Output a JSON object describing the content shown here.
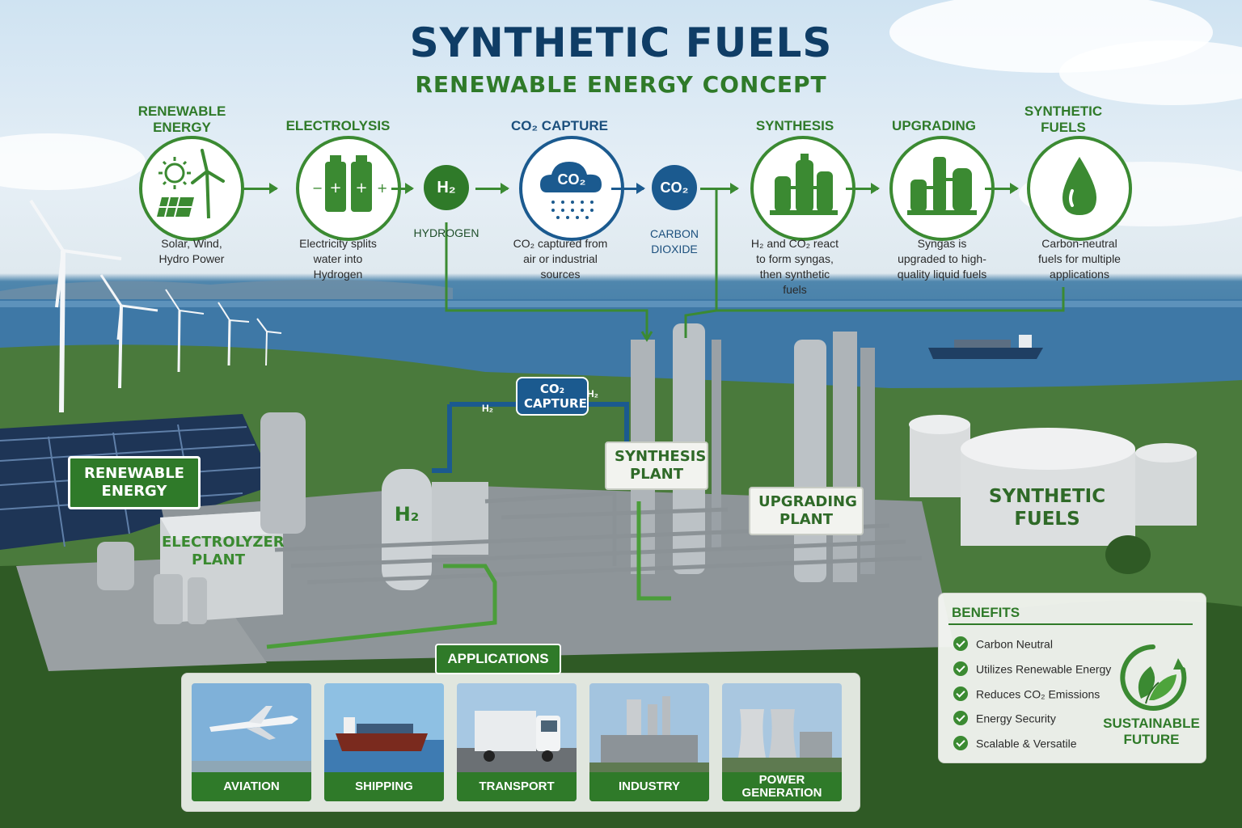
{
  "header": {
    "title": "SYNTHETIC FUELS",
    "subtitle": "RENEWABLE ENERGY CONCEPT"
  },
  "process": {
    "steps": [
      {
        "title_line1": "RENEWABLE",
        "title_line2": "ENERGY",
        "desc_lines": [
          "Solar, Wind,",
          "Hydro Power"
        ],
        "icon": "solar-wind-icon"
      },
      {
        "title_line1": "ELECTROLYSIS",
        "title_line2": "",
        "desc_lines": [
          "Electricity splits",
          "water into",
          "Hydrogen"
        ],
        "icon": "electrolysis-cells-icon"
      },
      {
        "title_line1": "CO₂ CAPTURE",
        "title_line2": "",
        "desc_lines": [
          "CO₂ captured from",
          "air or industrial",
          "sources"
        ],
        "icon": "co2-cloud-icon"
      },
      {
        "title_line1": "SYNTHESIS",
        "title_line2": "",
        "desc_lines": [
          "H₂ and CO₂ react",
          "to form syngas,",
          "then synthetic",
          "fuels"
        ],
        "icon": "synthesis-reactor-icon"
      },
      {
        "title_line1": "UPGRADING",
        "title_line2": "",
        "desc_lines": [
          "Syngas is",
          "upgraded to high-",
          "quality liquid fuels"
        ],
        "icon": "upgrading-columns-icon"
      },
      {
        "title_line1": "SYNTHETIC",
        "title_line2": "FUELS",
        "desc_lines": [
          "Carbon-neutral",
          "fuels for multiple",
          "applications"
        ],
        "icon": "fuel-drop-icon"
      }
    ],
    "hydrogen": {
      "symbol": "H₂",
      "label": "HYDROGEN"
    },
    "carbon_dioxide": {
      "symbol": "CO₂",
      "label_line1": "CARBON",
      "label_line2": "DIOXIDE"
    },
    "cloud_symbol": "CO₂"
  },
  "plant": {
    "renewable_sign": {
      "line1": "RENEWABLE",
      "line2": "ENERGY"
    },
    "electrolyzer": {
      "line1": "ELECTROLYZER",
      "line2": "PLANT"
    },
    "h2_tank": "H₂",
    "co2_capture_sign": {
      "line1": "CO₂",
      "line2": "CAPTURE"
    },
    "pipe_labels": [
      "H₂",
      "H₂"
    ],
    "synthesis_sign": {
      "line1": "SYNTHESIS",
      "line2": "PLANT"
    },
    "upgrading_sign": {
      "line1": "UPGRADING",
      "line2": "PLANT"
    },
    "storage_tank": {
      "line1": "SYNTHETIC",
      "line2": "FUELS"
    }
  },
  "applications": {
    "heading": "APPLICATIONS",
    "items": [
      {
        "line1": "AVIATION",
        "line2": ""
      },
      {
        "line1": "SHIPPING",
        "line2": ""
      },
      {
        "line1": "TRANSPORT",
        "line2": ""
      },
      {
        "line1": "INDUSTRY",
        "line2": ""
      },
      {
        "line1": "POWER",
        "line2": "GENERATION"
      }
    ]
  },
  "benefits": {
    "heading": "BENEFITS",
    "items": [
      "Carbon Neutral",
      "Utilizes Renewable Energy",
      "Reduces CO₂ Emissions",
      "Energy Security",
      "Scalable & Versatile"
    ],
    "badge": {
      "line1": "SUSTAINABLE",
      "line2": "FUTURE"
    }
  },
  "colors": {
    "navy": "#0f3d66",
    "green": "#2f7a29",
    "blue": "#1b5a8f",
    "panel": "#f0f2ee"
  }
}
